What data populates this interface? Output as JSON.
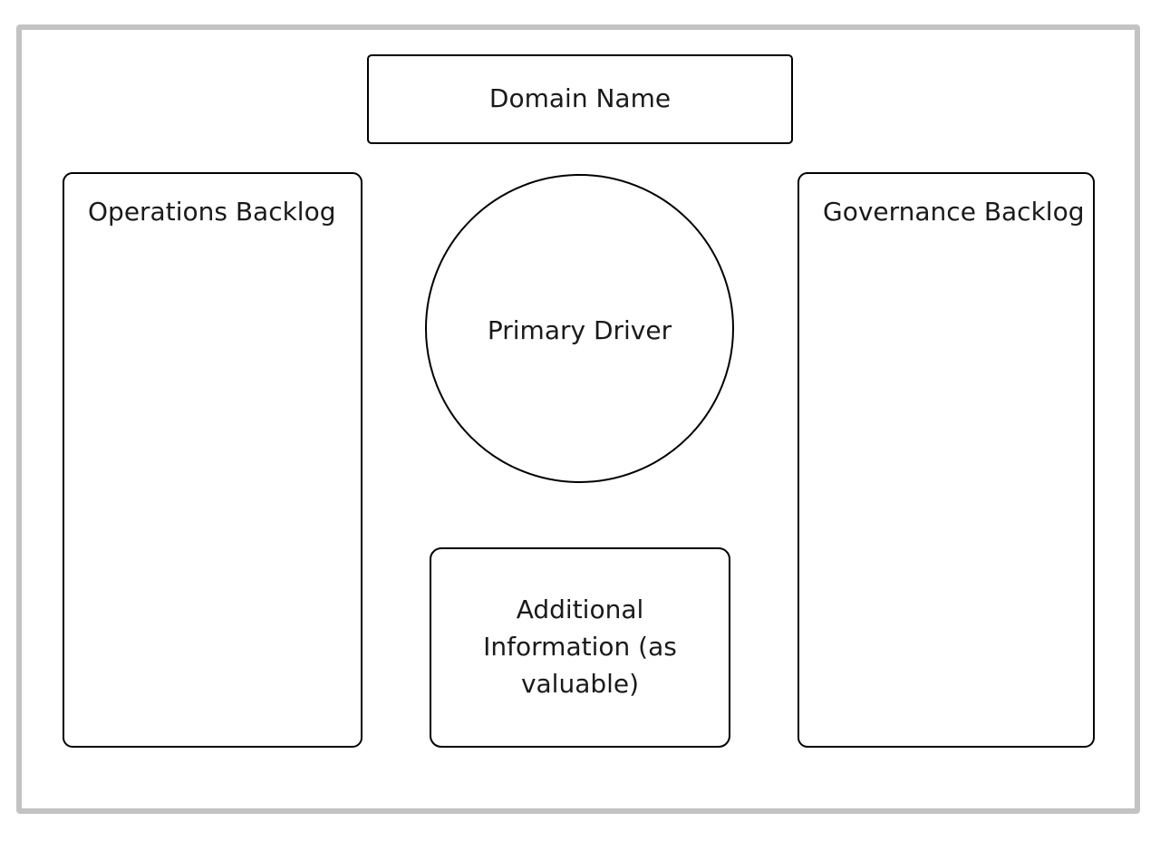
{
  "diagram": {
    "type": "domain-canvas",
    "frame": {
      "border_color": "#c3c3c3",
      "background": "#ffffff"
    },
    "stroke_color": "#000000",
    "text_color": "#1a1a1a",
    "nodes": {
      "domain_name": {
        "label": "Domain Name",
        "shape": "rounded-rectangle",
        "align": "center"
      },
      "operations_backlog": {
        "label": "Operations Backlog",
        "shape": "rounded-rectangle",
        "align": "top-left"
      },
      "governance_backlog": {
        "label": "Governance Backlog",
        "shape": "rounded-rectangle",
        "align": "top-left"
      },
      "primary_driver": {
        "label": "Primary Driver",
        "shape": "circle",
        "align": "center"
      },
      "additional_information": {
        "label": "Additional Information (as valuable)",
        "shape": "rounded-rectangle",
        "align": "center"
      }
    }
  }
}
